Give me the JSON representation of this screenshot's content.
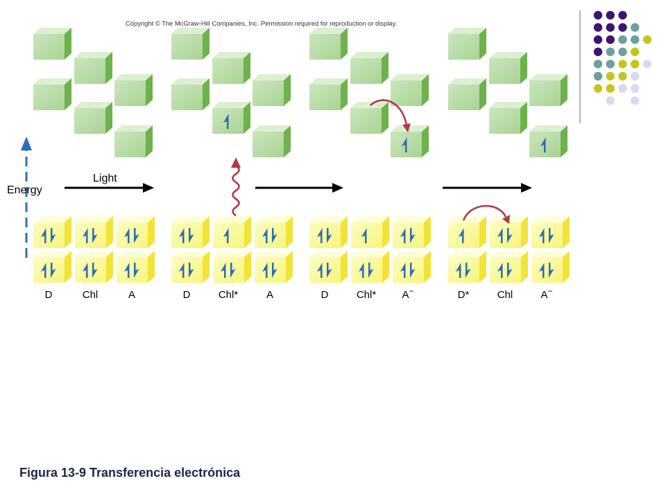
{
  "copyright": "Copyright © The McGraw-Hill Companies, Inc. Permission required for reproduction or display.",
  "energy_label": "Energy",
  "light_label": "Light",
  "caption": "Figura 13-9 Transferencia electrónica",
  "colors": {
    "green_front_light": "#cbe6bd",
    "green_front_dark": "#a9d393",
    "green_top": "#dcefd2",
    "green_side": "#6db24c",
    "yellow_front_light": "#fdfdc2",
    "yellow_front_dark": "#f7f57c",
    "yellow_top": "#fefed8",
    "yellow_side": "#f2e337",
    "electron": "#2a6cb5",
    "photon_arrow": "#b0394b",
    "energy_arrow": "#2b6fb6",
    "step_arrow": "#000000",
    "dot_purple": "#3a1670",
    "dot_teal": "#6e9e9f",
    "dot_yellow": "#c7c51c",
    "dot_lavender": "#d9d9ee"
  },
  "panels": [
    {
      "labels": [
        {
          "text": "D"
        },
        {
          "text": "Chl"
        },
        {
          "text": "A"
        }
      ],
      "excited_electron_column": null,
      "ground_electrons": [
        [
          2,
          2,
          2
        ],
        [
          2,
          2,
          2
        ]
      ]
    },
    {
      "labels": [
        {
          "text": "D"
        },
        {
          "text": "Chl*"
        },
        {
          "text": "A"
        }
      ],
      "excited_electron_column": 1,
      "ground_electrons": [
        [
          2,
          1,
          2
        ],
        [
          2,
          2,
          2
        ]
      ]
    },
    {
      "labels": [
        {
          "text": "D"
        },
        {
          "text": "Chl*"
        },
        {
          "text": "A",
          "sup": "−"
        }
      ],
      "excited_electron_column": 2,
      "ground_electrons": [
        [
          2,
          1,
          2
        ],
        [
          2,
          2,
          2
        ]
      ]
    },
    {
      "labels": [
        {
          "text": "D*"
        },
        {
          "text": "Chl"
        },
        {
          "text": "A",
          "sup": "−"
        }
      ],
      "excited_electron_column": 2,
      "ground_electrons": [
        [
          1,
          2,
          2
        ],
        [
          2,
          2,
          2
        ]
      ]
    }
  ]
}
